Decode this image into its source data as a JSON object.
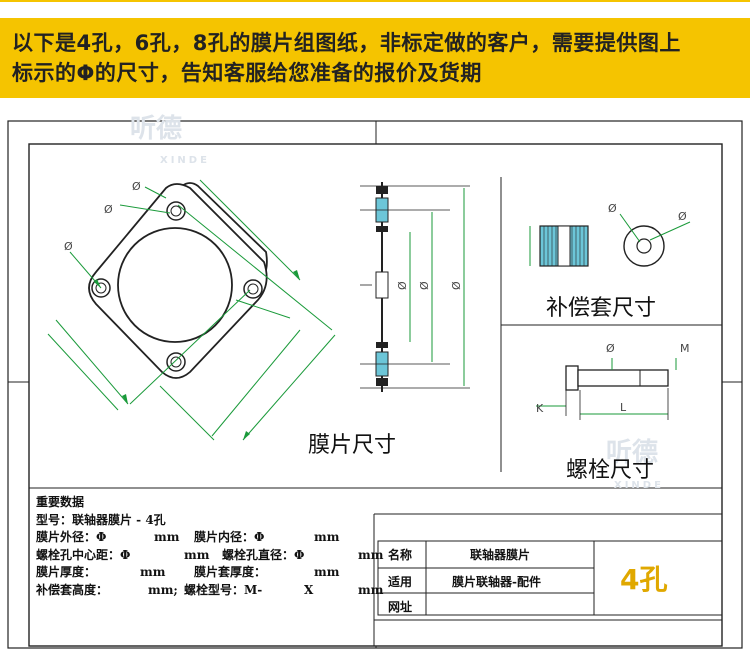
{
  "banner": {
    "line1": "以下是4孔，6孔，8孔的膜片组图纸，非标定做的客户，需要提供图上",
    "line2": "标示的Φ的尺寸，告知客服给您准备的报价及货期"
  },
  "watermark": {
    "cn": "听德",
    "en": "XINDE"
  },
  "captions": {
    "membrane": "膜片尺寸",
    "sleeve": "补偿套尺寸",
    "bolt": "螺栓尺寸"
  },
  "dim": {
    "phi": "Ø",
    "phi_big": "Φ",
    "k": "K",
    "l": "L",
    "m": "M"
  },
  "info": {
    "title": "重要数据",
    "model_label": "型号：联轴器膜片 - 4孔",
    "outer_label": "膜片外径：Φ",
    "outer_unit": "mm",
    "inner_label": "膜片内径：Φ",
    "inner_unit": "mm",
    "pcd_label": "螺栓孔中心距：Φ",
    "pcd_unit": "mm",
    "hole_label": "螺栓孔直径：Φ",
    "hole_unit": "mm",
    "thick_label": "膜片厚度：",
    "thick_unit": "mm",
    "sleeve_thick_label": "膜片套厚度：",
    "sleeve_thick_unit": "mm",
    "sleeve_h_label": "补偿套高度：",
    "sleeve_h_unit": "mm;",
    "bolt_label": "螺栓型号：M-",
    "bolt_x": "X",
    "bolt_unit": "mm"
  },
  "title_block": {
    "name_label": "名称",
    "name_value": "联轴器膜片",
    "apply_label": "适用",
    "apply_value": "膜片联轴器-配件",
    "site_label": "网址",
    "site_value": "",
    "holes": "4孔"
  }
}
